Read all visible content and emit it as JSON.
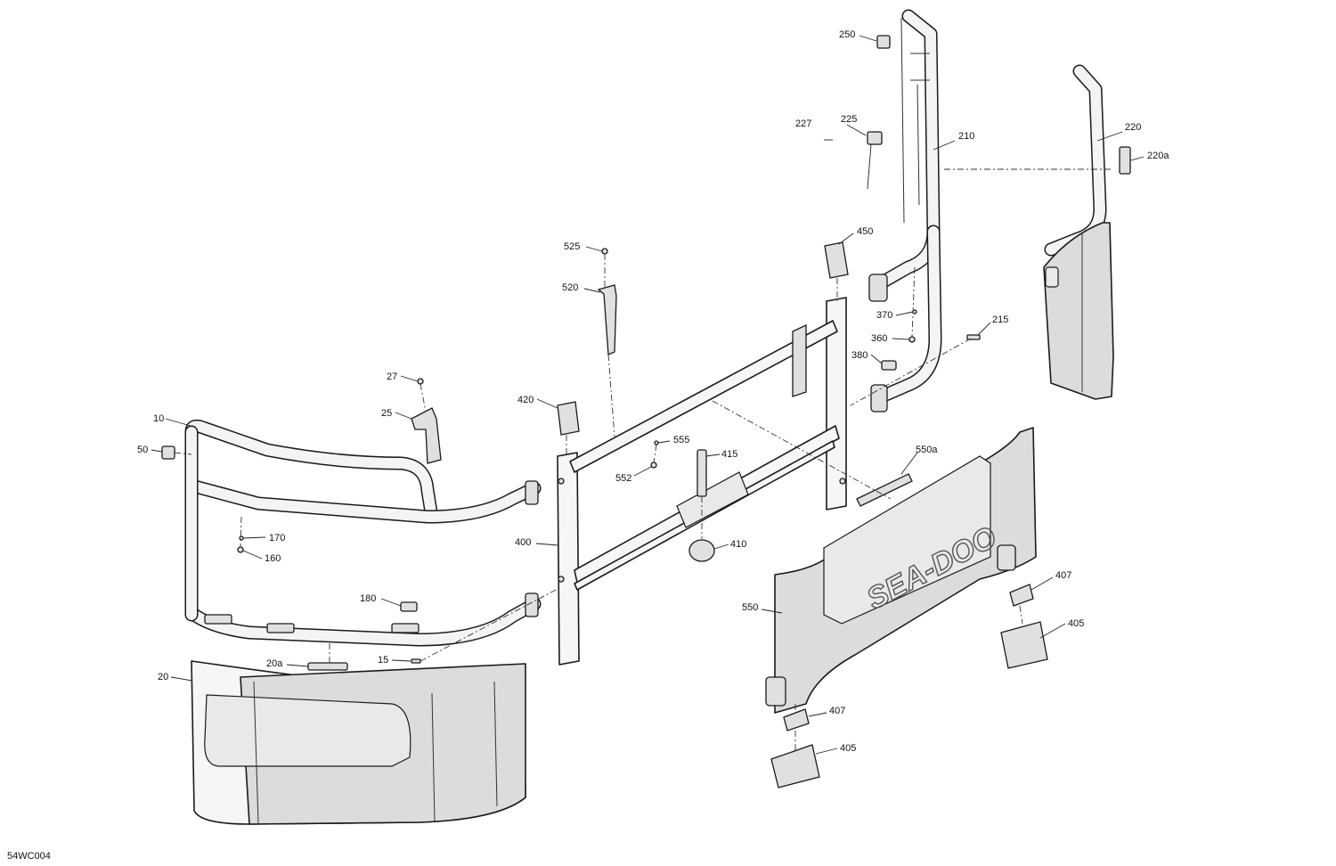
{
  "diagram_code": "54WC004",
  "brand_logo": "SEA-DOO",
  "callouts": {
    "c250": "250",
    "c227": "227",
    "c225": "225",
    "c210": "210",
    "c220": "220",
    "c220a": "220a",
    "c525": "525",
    "c450": "450",
    "c520": "520",
    "c370": "370",
    "c360": "360",
    "c215": "215",
    "c380": "380",
    "c27": "27",
    "c420": "420",
    "c25": "25",
    "c10": "10",
    "c555": "555",
    "c50": "50",
    "c415": "415",
    "c550a": "550a",
    "c552": "552",
    "c170": "170",
    "c410": "410",
    "c400": "400",
    "c160": "160",
    "c407a": "407",
    "c180": "180",
    "c550": "550",
    "c405a": "405",
    "c20a": "20a",
    "c15": "15",
    "c20": "20",
    "c407b": "407",
    "c405b": "405"
  }
}
